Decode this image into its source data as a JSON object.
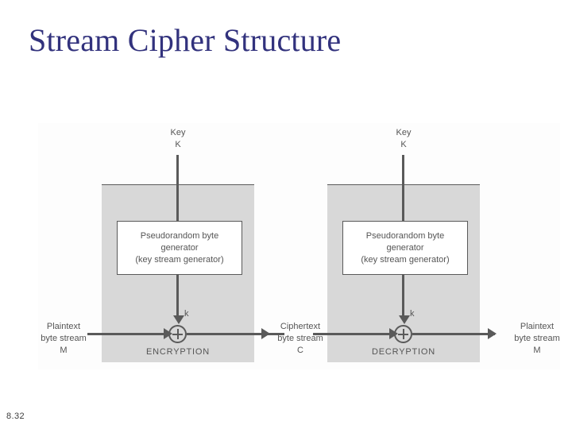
{
  "slide": {
    "title": "Stream Cipher Structure",
    "number": "8.32",
    "title_color": "#32327d"
  },
  "figure": {
    "panel_fill": "#d8d8d8",
    "line_color": "#5a5a5a",
    "text_color": "#555555",
    "encryption": {
      "key_label_line1": "Key",
      "key_label_line2": "K",
      "generator_line1": "Pseudorandom byte",
      "generator_line2": "generator",
      "generator_line3": "(key stream generator)",
      "keystream_symbol": "k",
      "operation_label": "ENCRYPTION",
      "input_line1": "Plaintext",
      "input_line2": "byte stream",
      "input_line3": "M",
      "output_line1": "Ciphertext",
      "output_line2": "byte stream",
      "output_line3": "C"
    },
    "decryption": {
      "key_label_line1": "Key",
      "key_label_line2": "K",
      "generator_line1": "Pseudorandom byte",
      "generator_line2": "generator",
      "generator_line3": "(key stream generator)",
      "keystream_symbol": "k",
      "operation_label": "DECRYPTION",
      "input_line1": "Ciphertext",
      "input_line2": "byte stream",
      "input_line3": "C",
      "output_line1": "Plaintext",
      "output_line2": "byte stream",
      "output_line3": "M"
    }
  }
}
